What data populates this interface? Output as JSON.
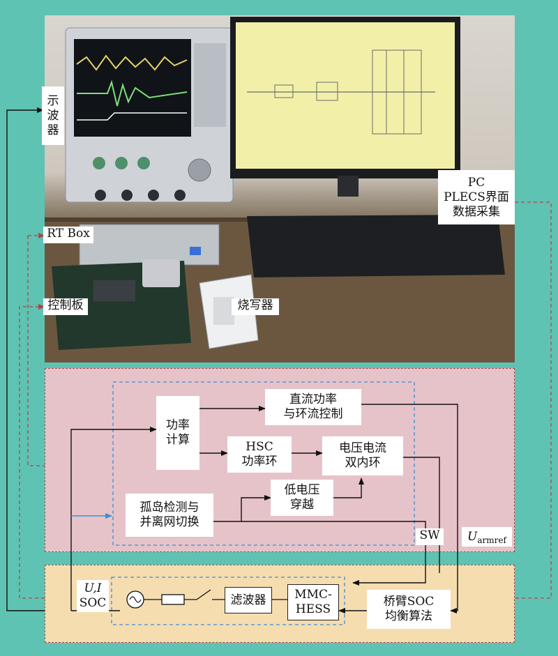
{
  "photo_labels": {
    "oscilloscope": [
      "示",
      "波",
      "器"
    ],
    "rt_box": "RT Box",
    "control_board": "控制板",
    "programmer": "烧写器",
    "pc": [
      "PC",
      "PLECS界面",
      "数据采集"
    ]
  },
  "control": {
    "power_calc": [
      "功率",
      "计算"
    ],
    "dc_power": [
      "直流功率",
      "与环流控制"
    ],
    "hsc": [
      "HSC",
      "功率环"
    ],
    "dual_loop": [
      "电压电流",
      "双内环"
    ],
    "lvrt": [
      "低电压",
      "穿越"
    ],
    "island": [
      "孤岛检测与",
      "并离网切换"
    ],
    "sw": "SW",
    "uarm_main": "U",
    "uarm_sub": "armref"
  },
  "hardware": {
    "ui_a": "U,I",
    "ui_b": "SOC",
    "filter": "滤波器",
    "mmc": [
      "MMC-",
      "HESS"
    ],
    "soc_balance": [
      "桥臂SOC",
      "均衡算法"
    ]
  },
  "colors": {
    "background": "#5ec3b2",
    "control_panel": "#e6c3c9",
    "hardware_panel": "#f5ddb0",
    "dashed_red": "#b2434b",
    "dashed_blue": "#3a8fd6"
  }
}
